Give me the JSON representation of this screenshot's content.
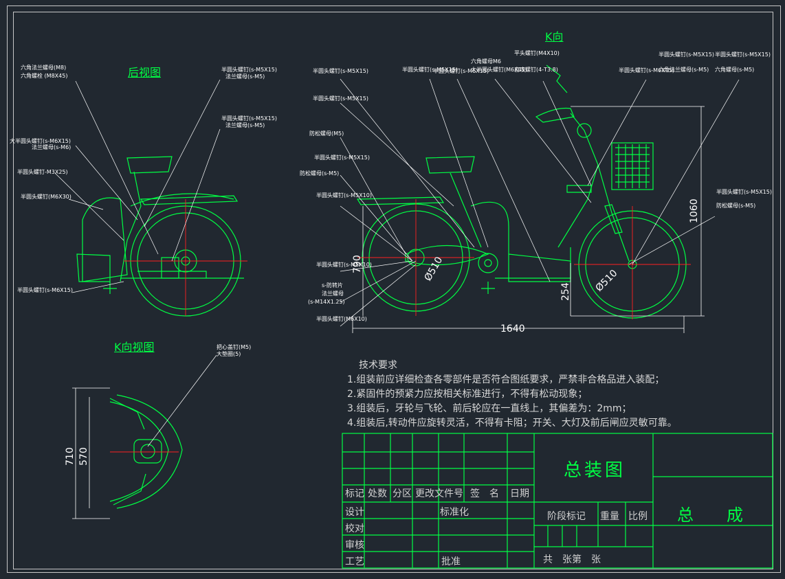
{
  "views": {
    "rear_view": "后视图",
    "k_direction": "K向",
    "k_view": "K向视图"
  },
  "labels_rear": [
    "六角法兰螺母(M8)",
    "六角螺栓 (M8X45)",
    "大半圆头螺钉(s-M6X15)",
    "法兰螺母(s-M6)",
    "半圆头螺钉-M3X25)",
    "半圆头螺钉(M6X30)",
    "半圆头螺钉(s-M6X15)",
    "半圆头螺钉(s-M5X15)",
    "法兰螺母(s-M5)",
    "半圆头螺钉(s-M5X15)",
    "法兰螺母(s-M5)"
  ],
  "labels_side": [
    "半圆头螺钉(s-M5X15)",
    "半圆头螺钉(s-M5X15)",
    "防松螺母(M5)",
    "半圆头螺钉(s-M5X15)",
    "防松螺母(s-M5)",
    "半圆头螺钉(s-M5X10)",
    "半圆头螺钉(s-M5X10)",
    "s-防转片",
    "法兰螺母",
    "(s-M14X1.25)",
    "半圆头螺钉(M6X10)",
    "半圆头螺钉(s-M5X15)",
    "半圆头螺钉(s-M6X15)",
    "六角螺母M6",
    "大半圆头螺钉(M6X15)",
    "平头螺钉(M4X10)",
    "自攻螺钉(4-T3.8)",
    "半圆头螺钉(s-M6X15)",
    "半圆头螺钉(s-M5X15)",
    "六角法兰螺母(s-M5)",
    "半圆头螺钉(s-M5X15)",
    "六角螺母(s-M5)",
    "半圆头螺钉(s-M5X15)",
    "防松螺母(s-M5)",
    "把心盖钉(M5)",
    "大垫圈(5)"
  ],
  "dimensions": {
    "length": "1640",
    "height": "1060",
    "seat_height": "790",
    "ground": "254",
    "wheel1": "Ø510",
    "wheel2": "Ø510",
    "k_710": "710",
    "k_570": "570"
  },
  "tech": {
    "heading": "技术要求",
    "items": [
      "1.组装前应详细检查各零部件是否符合图纸要求，严禁非合格品进入装配；",
      "2.紧固件的预紧力应按相关标准进行，不得有松动现象；",
      "3.组装后，牙轮与飞轮、前后轮应在一直线上，其偏差为：2mm；",
      "4.组装后,转动件应旋转灵活，不得有卡阻；开关、大灯及前后闸应灵敏可靠。"
    ]
  },
  "title_block": {
    "drawing_name": "总装图",
    "product": "总　　成",
    "cols": [
      "标记",
      "处数",
      "分区",
      "更改文件号",
      "签　名",
      "日期"
    ],
    "design": "设计",
    "standard": "标准化",
    "check": "校对",
    "review": "审核",
    "process": "工艺",
    "approve": "批准",
    "stage": "阶段标记",
    "weight": "重量",
    "scale": "比例",
    "sheets": "共　张第　张"
  },
  "colors": {
    "background": "#212830",
    "line": "#00ff44",
    "leader": "#ffffff",
    "center": "#ff2020",
    "text": "#d8d8d8"
  }
}
